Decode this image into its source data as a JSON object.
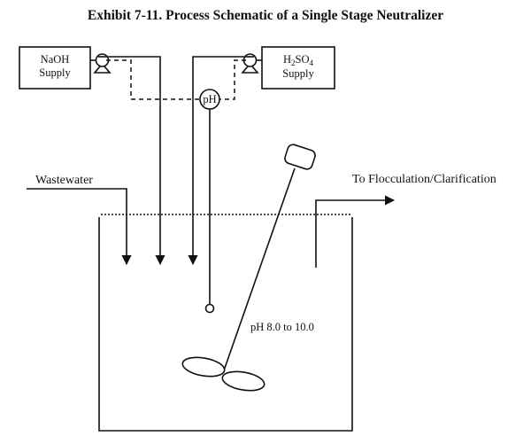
{
  "title": "Exhibit 7-11. Process Schematic of a Single Stage Neutralizer",
  "supplies": {
    "naoh": {
      "line1": "NaOH",
      "line2": "Supply"
    },
    "h2so4": {
      "formula_main": "H",
      "sub1": "2",
      "formula_mid": "SO",
      "sub2": "4",
      "line2": "Supply"
    }
  },
  "labels": {
    "ph_meter": "pH",
    "wastewater": "Wastewater",
    "outlet": "To Flocculation/Clarification",
    "ph_range": "pH 8.0 to 10.0"
  },
  "icons": {
    "pump": "pump-icon",
    "mixer": "mixer-icon",
    "probe": "ph-probe-icon"
  }
}
